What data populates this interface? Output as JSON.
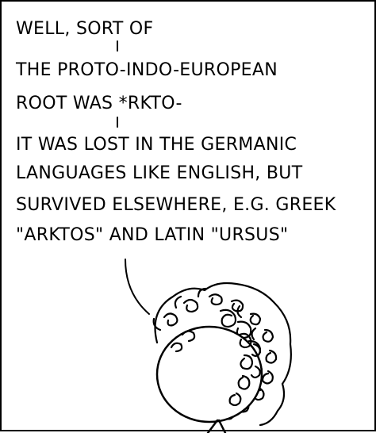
{
  "comic": {
    "lines": [
      "WELL, SORT OF",
      "THE PROTO-INDO-EUROPEAN",
      "ROOT  WAS *RKTO-",
      "IT WAS LOST IN THE GERMANIC",
      "LANGUAGES LIKE ENGLISH, BUT",
      "SURVIVED ELSEWHERE, E.G. GREEK",
      "\"ARKTOS\" AND LATIN \"URSUS\""
    ]
  }
}
